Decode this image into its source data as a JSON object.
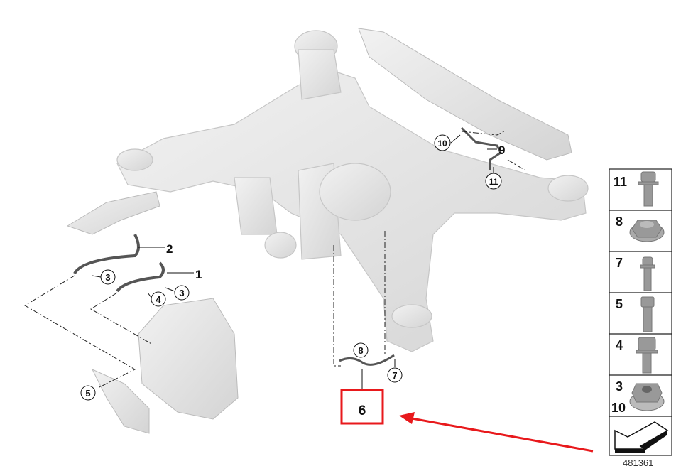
{
  "diagram": {
    "callouts": {
      "c1": "1",
      "c2": "2",
      "c3a": "3",
      "c3b": "3",
      "c4": "4",
      "c5": "5",
      "c6": "6",
      "c7": "7",
      "c8": "8",
      "c9": "9",
      "c10": "10",
      "c11": "11"
    },
    "highlight_color": "#e8191c",
    "highlighted_part": "6"
  },
  "legend_panel": {
    "items": [
      {
        "numbers": [
          "11"
        ],
        "icon": "flange-bolt-icon"
      },
      {
        "numbers": [
          "8"
        ],
        "icon": "flange-lock-nut-icon"
      },
      {
        "numbers": [
          "7"
        ],
        "icon": "torx-bolt-icon"
      },
      {
        "numbers": [
          "5"
        ],
        "icon": "hex-bolt-icon"
      },
      {
        "numbers": [
          "4"
        ],
        "icon": "hex-flange-bolt-icon"
      },
      {
        "numbers": [
          "3",
          "10"
        ],
        "icon": "hex-flange-nut-icon"
      }
    ],
    "arrow_icon": "direction-arrow-icon"
  },
  "reference_number": "481361"
}
